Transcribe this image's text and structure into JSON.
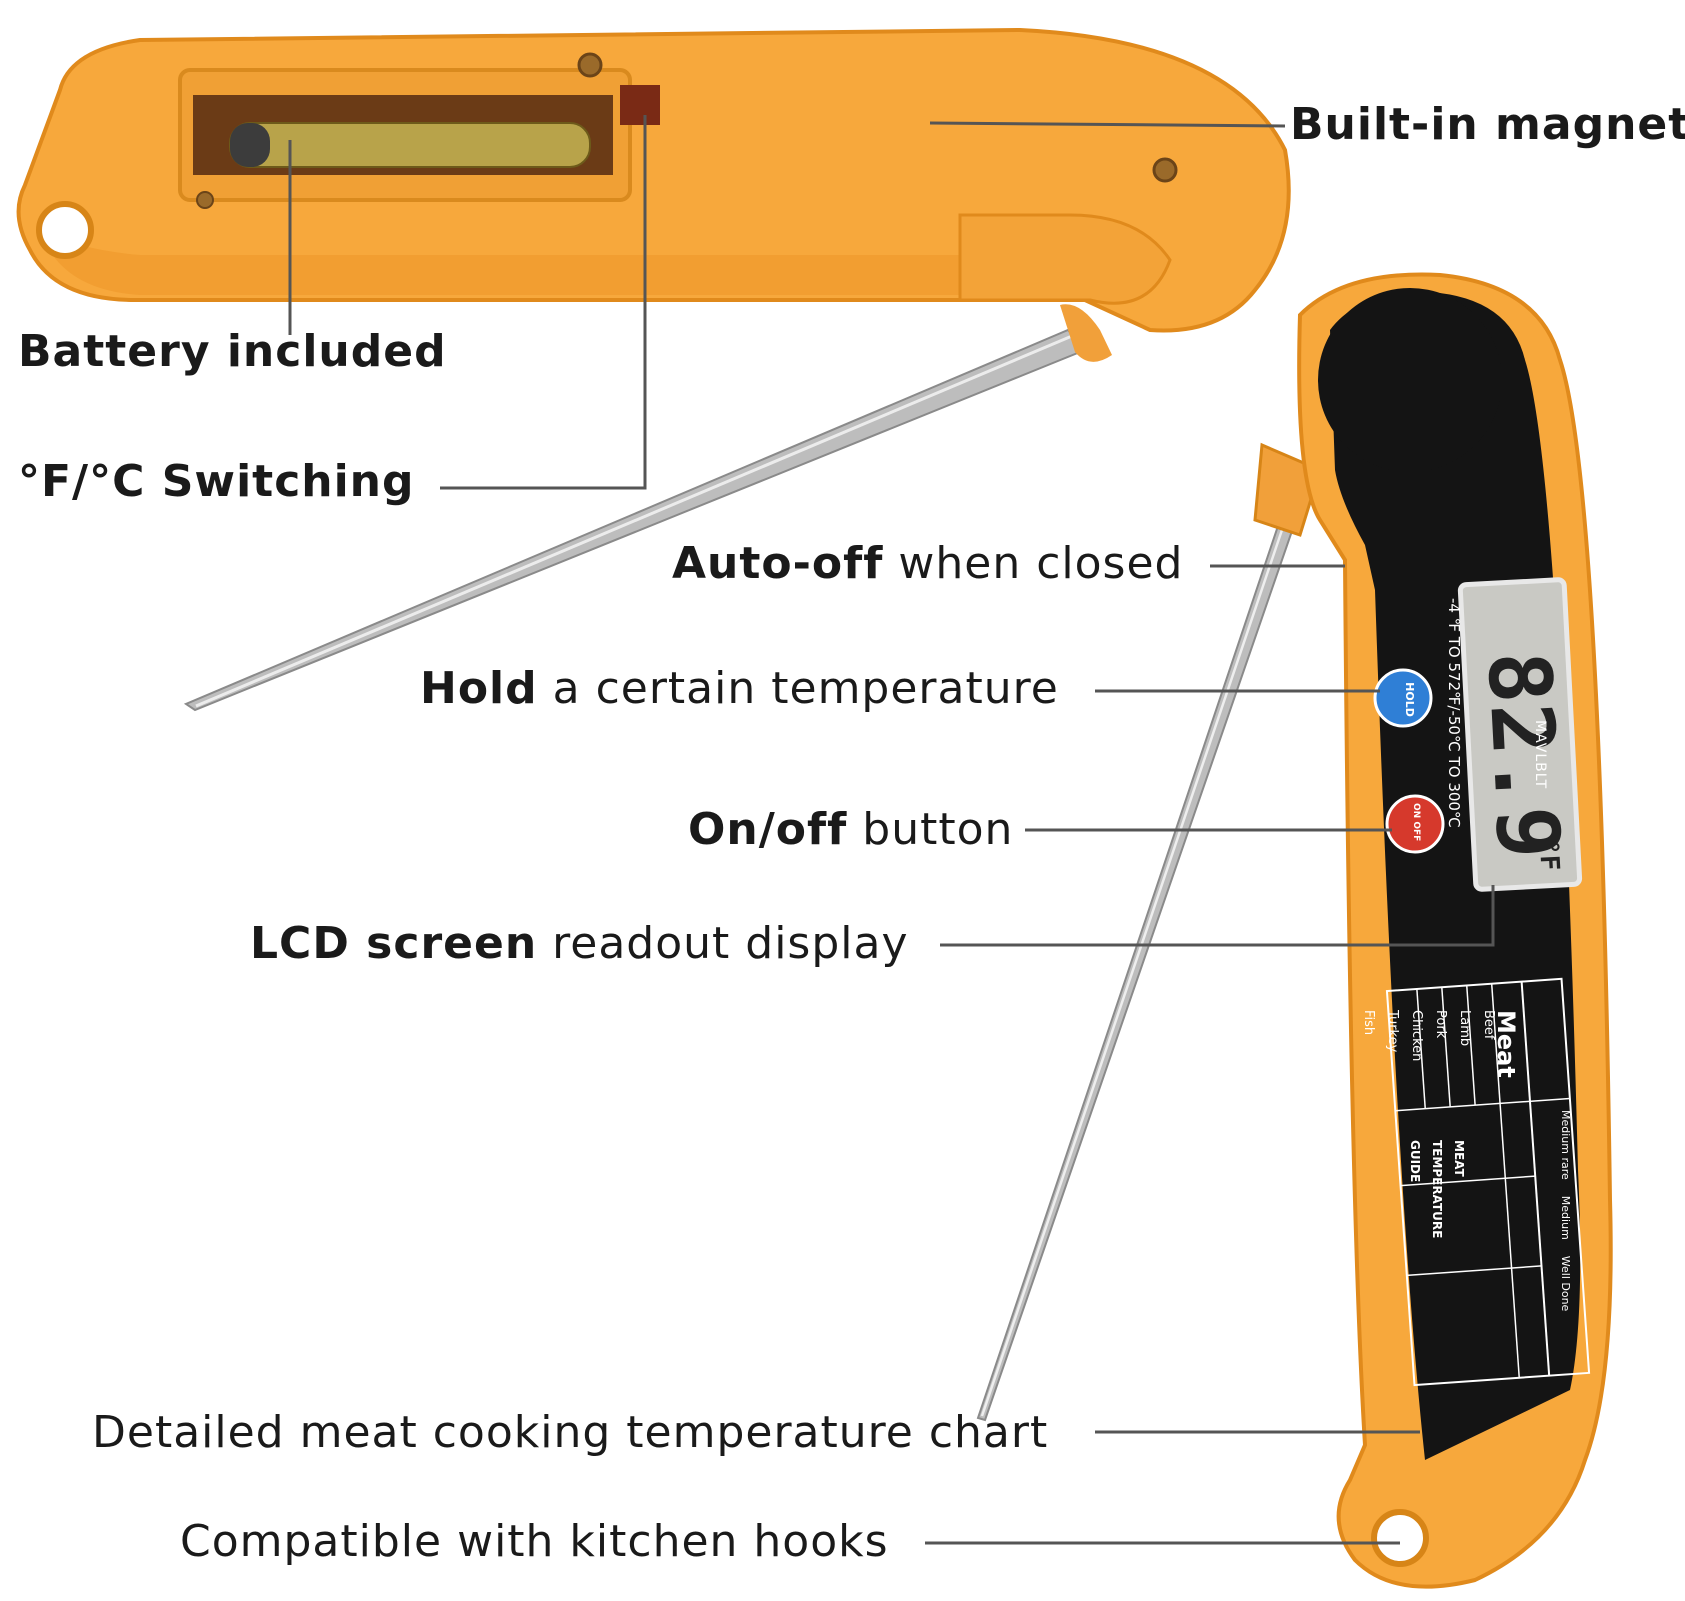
{
  "callouts": {
    "built_in_magnet": {
      "bold": "Built-in magnet",
      "rest": ""
    },
    "battery": {
      "bold": "Battery included",
      "rest": ""
    },
    "switching": {
      "bold": "°F/°C Switching",
      "rest": ""
    },
    "auto_off": {
      "bold": "Auto-off",
      "rest": " when closed"
    },
    "hold": {
      "bold": "Hold",
      "rest": " a certain temperature"
    },
    "on_off": {
      "bold": "On/off",
      "rest": " button"
    },
    "lcd": {
      "bold": "LCD screen",
      "rest": " readout display"
    },
    "chart": {
      "bold": "",
      "rest": "Detailed meat cooking temperature chart"
    },
    "hooks": {
      "bold": "",
      "rest": "Compatible with kitchen hooks"
    }
  },
  "device": {
    "lcd_reading": "82.9",
    "lcd_unit": "°F",
    "brand": "MAVLBLT",
    "side_text": "-4 ℉ TO 572℉/-50℃ TO 300℃",
    "hold_button": "HOLD",
    "on_button": "ON OFF",
    "table_title": "Meat",
    "table_headers": [
      "Medium rare",
      "Medium",
      "Well Done"
    ],
    "table_rows": [
      "Beef",
      "Lamb",
      "Pork",
      "Chicken",
      "Turkey",
      "Fish"
    ],
    "guide": [
      "MEAT",
      "TEMPERATURE",
      "GUIDE"
    ]
  },
  "colors": {
    "body_orange": "#f7a83c",
    "body_dark_orange": "#e98f1f",
    "face_black": "#141414",
    "lcd_gray": "#c9c9c4",
    "probe": "#b8b8b8",
    "hold_blue": "#2f7fd6",
    "on_red": "#d6392c"
  }
}
